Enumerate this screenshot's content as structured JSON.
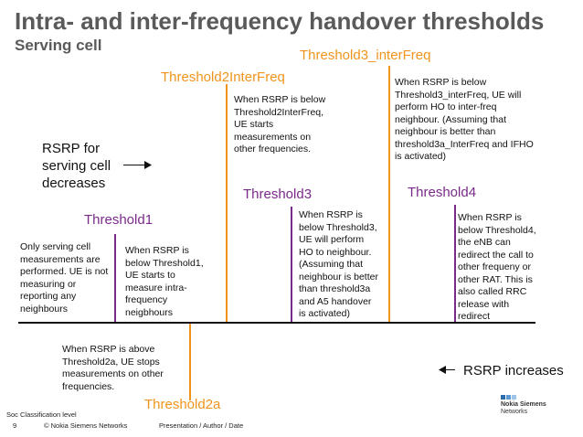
{
  "title": "Intra- and inter-frequency handover thresholds",
  "subtitle": "Serving cell",
  "thresholds": {
    "t3_interfreq": {
      "label": "Threshold3_interFreq",
      "color": "#f0941e",
      "desc": [
        "When RSRP is below",
        "Threshold3_interFreq, UE will",
        "perform HO to inter-freq",
        "neighbour. (Assuming that",
        "neighbour is better than",
        "threshold3a_InterFreq and IFHO",
        "is activated)"
      ]
    },
    "t2_interfreq": {
      "label": "Threshold2InterFreq",
      "color": "#f0941e",
      "desc": [
        "When RSRP is below",
        "Threshold2InterFreq,",
        "UE starts",
        "measurements on",
        "other frequencies."
      ]
    },
    "t1": {
      "label": "Threshold1",
      "color": "#7a2a8a",
      "desc": [
        "When RSRP is",
        "below Threshold1,",
        "UE starts to",
        "measure intra-",
        "frequency",
        "neigbhours"
      ]
    },
    "t3": {
      "label": "Threshold3",
      "color": "#7a2a8a",
      "desc": [
        "When RSRP is",
        "below Threshold3,",
        "UE will perform",
        "HO to neighbour.",
        "(Assuming that",
        "neighbour is better",
        "than threshold3a",
        "and A5 handover",
        "is activated)"
      ]
    },
    "t4": {
      "label": "Threshold4",
      "color": "#7a2a8a",
      "desc": [
        "When RSRP is",
        "below Threshold4,",
        "the eNB can",
        "redirect the call to",
        "other frequeny or",
        "other RAT. This is",
        "also called RRC",
        "release with",
        "redirect"
      ]
    },
    "t2a": {
      "label": "Threshold2a",
      "color": "#f0941e",
      "desc": [
        "When RSRP is above",
        "Threshold2a, UE stops",
        "measurements on other",
        "frequencies."
      ]
    }
  },
  "only_serving": [
    "Only serving cell",
    "measurements are",
    "performed. UE is not",
    "measuring or",
    "reporting any",
    "neighbours"
  ],
  "rsrp_decreases": [
    "RSRP for",
    "serving cell",
    "decreases"
  ],
  "rsrp_increases": "RSRP increases",
  "footer": {
    "classification": "Soc Classification level",
    "page": "9",
    "copyright": "© Nokia Siemens Networks",
    "presentation": "Presentation / Author / Date"
  },
  "logo": [
    "Nokia Siemens",
    "Networks"
  ]
}
